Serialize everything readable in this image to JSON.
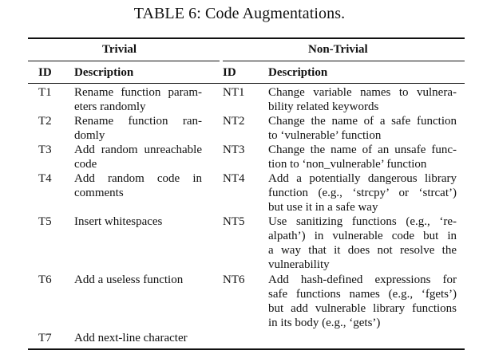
{
  "caption": "TABLE 6: Code Augmentations.",
  "groups": {
    "trivial": "Trivial",
    "non_trivial": "Non-Trivial"
  },
  "headers": {
    "id": "ID",
    "description": "Description"
  },
  "rows": [
    {
      "t_id": "T1",
      "t_desc": [
        "Rename function param-",
        "eters randomly"
      ],
      "nt_id": "NT1",
      "nt_desc": [
        "Change variable names to vulnera-",
        "bility related keywords"
      ]
    },
    {
      "t_id": "T2",
      "t_desc": [
        "Rename function ran-",
        "domly"
      ],
      "nt_id": "NT2",
      "nt_desc": [
        "Change the name of a safe function",
        "to ‘vulnerable’ function"
      ]
    },
    {
      "t_id": "T3",
      "t_desc": [
        "Add random unreachable",
        "code"
      ],
      "nt_id": "NT3",
      "nt_desc": [
        "Change the name of an unsafe func-",
        "tion to ‘non_vulnerable’ function"
      ]
    },
    {
      "t_id": "T4",
      "t_desc": [
        "Add random code in",
        "comments"
      ],
      "nt_id": "NT4",
      "nt_desc": [
        "Add a potentially dangerous library",
        "function (e.g., ‘strcpy’ or ‘strcat’)",
        "but use it in a safe way"
      ]
    },
    {
      "t_id": "T5",
      "t_desc": [
        "Insert whitespaces"
      ],
      "nt_id": "NT5",
      "nt_desc": [
        "Use sanitizing functions (e.g., ‘re-",
        "alpath’) in vulnerable code but in",
        "a way that it does not resolve the",
        "vulnerability"
      ]
    },
    {
      "t_id": "T6",
      "t_desc": [
        "Add a useless function"
      ],
      "nt_id": "NT6",
      "nt_desc": [
        "Add hash-defined expressions for",
        "safe functions names (e.g., ‘fgets’)",
        "but add vulnerable library functions",
        "in its body (e.g., ‘gets’)"
      ]
    },
    {
      "t_id": "T7",
      "t_desc": [
        "Add next-line character"
      ],
      "nt_id": "",
      "nt_desc": []
    }
  ]
}
